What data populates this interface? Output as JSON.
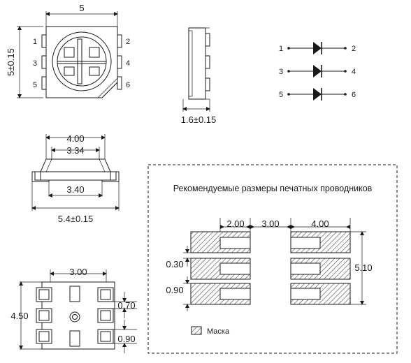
{
  "top_view": {
    "width_dim": "5",
    "height_dim": "5±0.15",
    "pin_labels": [
      "1",
      "2",
      "3",
      "4",
      "5",
      "6"
    ]
  },
  "side_view": {
    "thickness_dim": "1.6±0.15"
  },
  "schematic": {
    "pin_labels": [
      "1",
      "2",
      "3",
      "4",
      "5",
      "6"
    ]
  },
  "front_view": {
    "dim_top_outer": "4.00",
    "dim_top_inner": "3.34",
    "dim_pad_span": "3.40",
    "dim_overall": "5.4±0.15"
  },
  "bottom_view": {
    "dim_pitch": "3.00",
    "dim_height": "4.50",
    "dim_pad_gap": "0.70",
    "dim_pad_width": "0.90"
  },
  "recommended_pads": {
    "title": "Рекомендуемые размеры печатных проводников",
    "dim_inner": "2.00",
    "dim_gap": "3.00",
    "dim_outer": "4.00",
    "dim_spacing": "0.30",
    "dim_pad_height": "0.90",
    "dim_total_height": "5.10",
    "legend_label": "Маска"
  }
}
